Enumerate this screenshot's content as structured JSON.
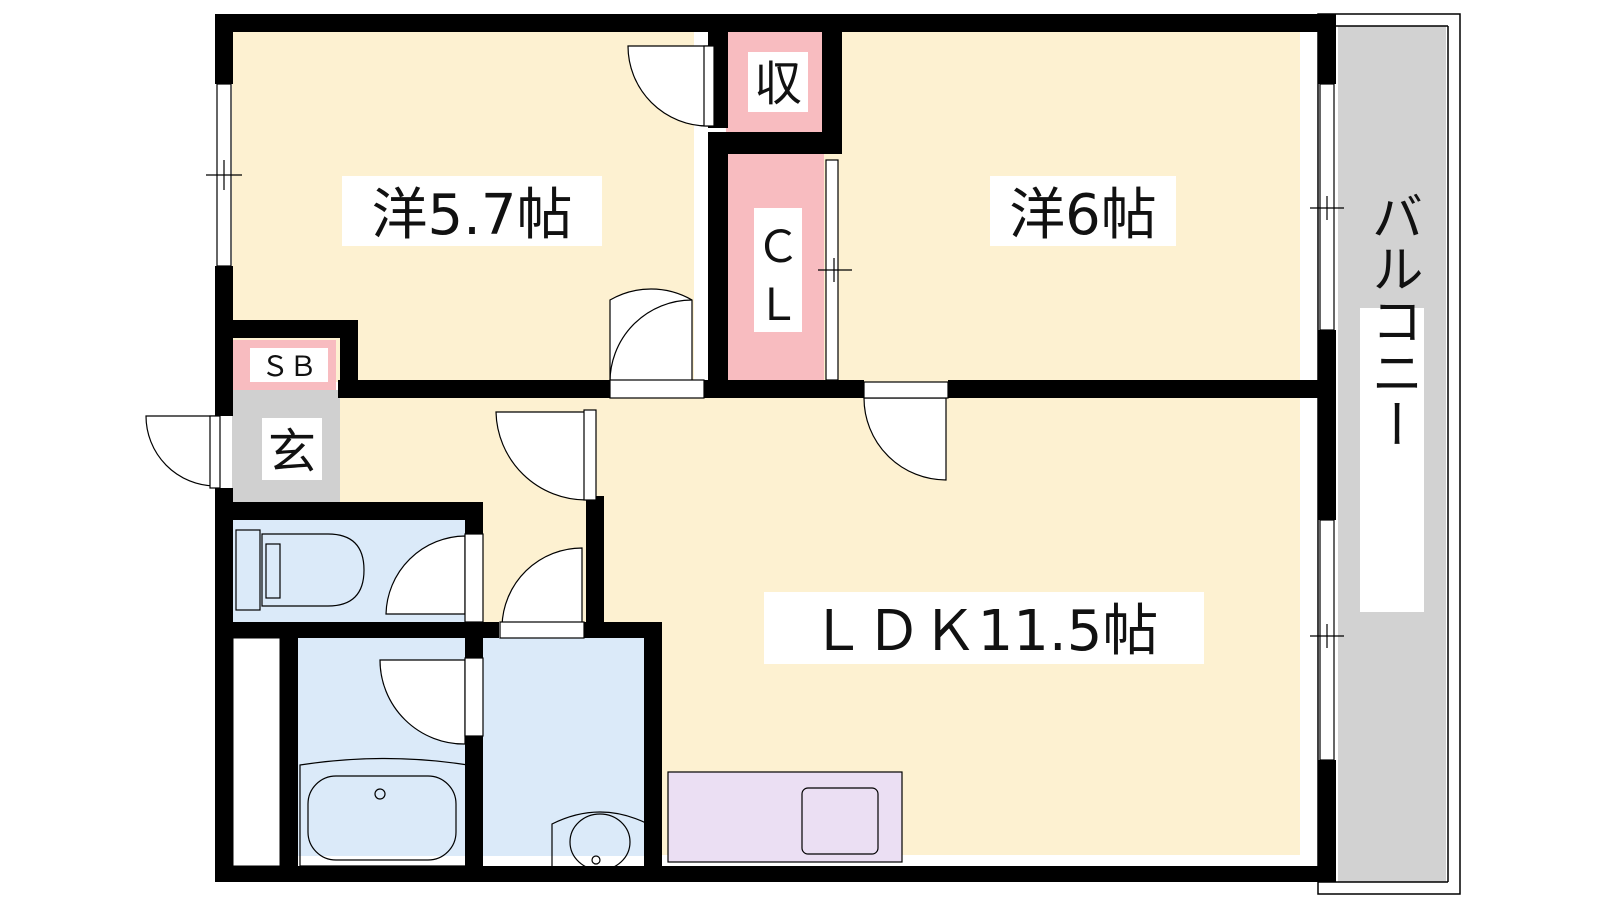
{
  "floorplan": {
    "rooms": {
      "western_room_1": {
        "label": "洋5.7帖"
      },
      "western_room_2": {
        "label": "洋6帖"
      },
      "ldk": {
        "label": "ＬＤＫ11.5帖"
      },
      "storage": {
        "label": "収"
      },
      "closet": {
        "label_line1": "Ｃ",
        "label_line2": "Ｌ"
      },
      "shoe_box": {
        "label": "ＳＢ"
      },
      "entrance": {
        "label": "玄"
      },
      "balcony": {
        "label": "バルコニー"
      }
    },
    "colors": {
      "room_fill": "#fdf1d1",
      "closet_fill": "#f8bcc0",
      "wet_area_fill": "#dbeaf9",
      "entrance_fill": "#d0d0d0",
      "balcony_fill": "#d2d2d2",
      "kitchen_fill": "#ebdff3",
      "wall": "#000000"
    }
  }
}
